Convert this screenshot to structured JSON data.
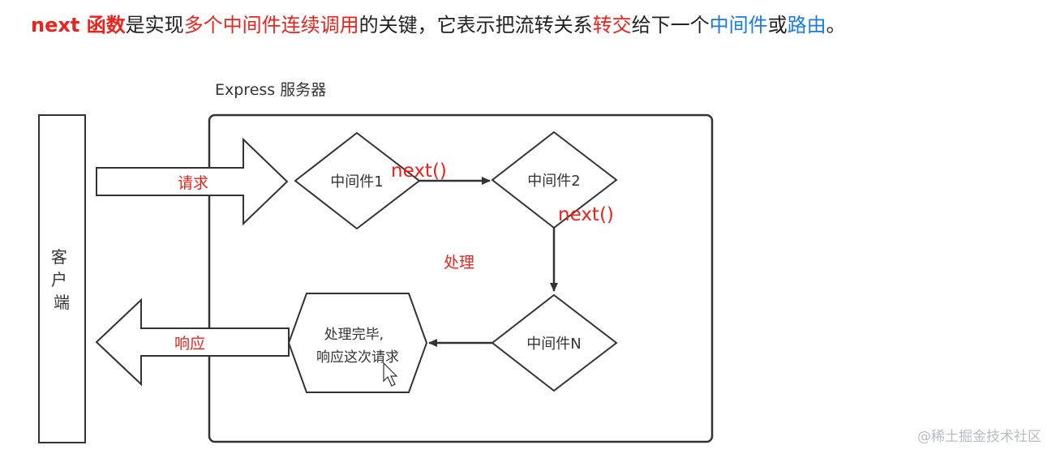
{
  "heading": {
    "segments": [
      {
        "text": "next 函数",
        "style": "red bold"
      },
      {
        "text": "是实现",
        "style": ""
      },
      {
        "text": "多个中间件连续调用",
        "style": "red"
      },
      {
        "text": "的关键，它表示把流转关系",
        "style": ""
      },
      {
        "text": "转交",
        "style": "red"
      },
      {
        "text": "给下一个",
        "style": ""
      },
      {
        "text": "中间件",
        "style": "blue"
      },
      {
        "text": "或",
        "style": ""
      },
      {
        "text": "路由",
        "style": "blue"
      },
      {
        "text": "。",
        "style": ""
      }
    ]
  },
  "diagram": {
    "server_title": "Express 服务器",
    "client_label": "客户端",
    "request_label": "请求",
    "response_label": "响应",
    "middleware1": "中间件1",
    "middleware2": "中间件2",
    "middlewareN": "中间件N",
    "next_label_1": "next()",
    "next_label_2": "next()",
    "process_label": "处理",
    "done_line1": "处理完毕,",
    "done_line2": "响应这次请求"
  },
  "watermark": "@稀土掘金技术社区",
  "colors": {
    "accent_red": "#e8241c",
    "accent_blue": "#1a7be0",
    "stroke": "#333333",
    "text": "#222222"
  }
}
